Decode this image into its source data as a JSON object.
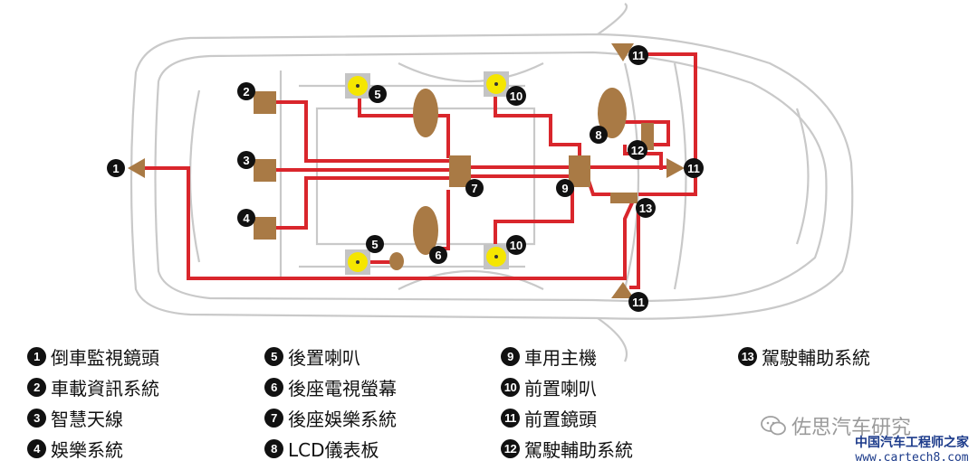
{
  "legend": [
    {
      "num": "1",
      "label": "倒車監視鏡頭"
    },
    {
      "num": "2",
      "label": "車載資訊系統"
    },
    {
      "num": "3",
      "label": "智慧天線"
    },
    {
      "num": "4",
      "label": "娛樂系統"
    },
    {
      "num": "5",
      "label": "後置喇叭"
    },
    {
      "num": "6",
      "label": "後座電視螢幕"
    },
    {
      "num": "7",
      "label": "後座娛樂系統"
    },
    {
      "num": "8",
      "label": "LCD儀表板"
    },
    {
      "num": "9",
      "label": "車用主機"
    },
    {
      "num": "10",
      "label": "前置喇叭"
    },
    {
      "num": "11",
      "label": "前置鏡頭"
    },
    {
      "num": "12",
      "label": "駕駛輔助系統"
    },
    {
      "num": "13",
      "label": "駕駛輔助系統"
    }
  ],
  "callouts": {
    "c1": "1",
    "c2": "2",
    "c3": "3",
    "c4": "4",
    "c5a": "5",
    "c5b": "5",
    "c6": "6",
    "c7": "7",
    "c8": "8",
    "c9": "9",
    "c10a": "10",
    "c10b": "10",
    "c11a": "11",
    "c11b": "11",
    "c11c": "11",
    "c12": "12",
    "c13": "13"
  },
  "watermark": {
    "text": "佐思汽车研究"
  },
  "site": {
    "name": "中国汽车工程师之家",
    "url": "www.cartech8.com"
  },
  "colors": {
    "wire": "#d9262c",
    "module": "#a97a45",
    "speaker": "#f5e600",
    "outline": "#c8c8c8"
  }
}
